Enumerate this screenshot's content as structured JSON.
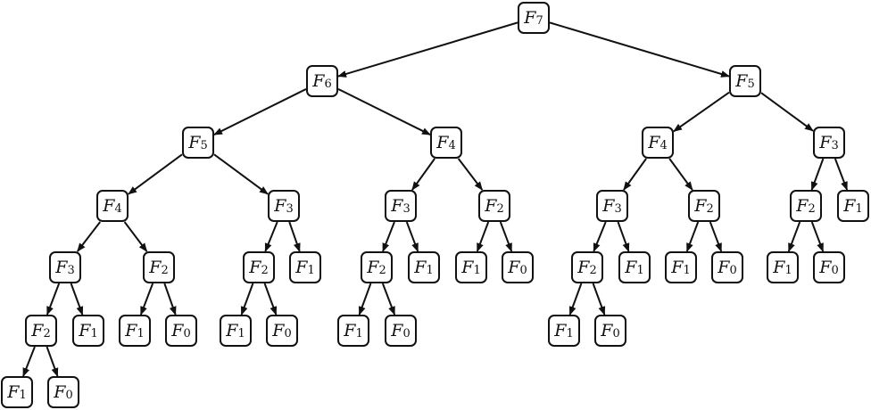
{
  "title": "Recursion tree of F7",
  "nodes": [
    {
      "label": "F",
      "sub": "7",
      "parent": null
    },
    {
      "label": "F",
      "sub": "6",
      "parent": 0
    },
    {
      "label": "F",
      "sub": "5",
      "parent": 0
    },
    {
      "label": "F",
      "sub": "5",
      "parent": 1
    },
    {
      "label": "F",
      "sub": "4",
      "parent": 1
    },
    {
      "label": "F",
      "sub": "4",
      "parent": 2
    },
    {
      "label": "F",
      "sub": "3",
      "parent": 2
    },
    {
      "label": "F",
      "sub": "4",
      "parent": 3
    },
    {
      "label": "F",
      "sub": "3",
      "parent": 3
    },
    {
      "label": "F",
      "sub": "3",
      "parent": 4
    },
    {
      "label": "F",
      "sub": "2",
      "parent": 4
    },
    {
      "label": "F",
      "sub": "3",
      "parent": 5
    },
    {
      "label": "F",
      "sub": "2",
      "parent": 5
    },
    {
      "label": "F",
      "sub": "2",
      "parent": 6
    },
    {
      "label": "F",
      "sub": "1",
      "parent": 6
    },
    {
      "label": "F",
      "sub": "3",
      "parent": 7
    },
    {
      "label": "F",
      "sub": "2",
      "parent": 7
    },
    {
      "label": "F",
      "sub": "2",
      "parent": 8
    },
    {
      "label": "F",
      "sub": "1",
      "parent": 8
    },
    {
      "label": "F",
      "sub": "2",
      "parent": 9
    },
    {
      "label": "F",
      "sub": "1",
      "parent": 9
    },
    {
      "label": "F",
      "sub": "1",
      "parent": 10
    },
    {
      "label": "F",
      "sub": "0",
      "parent": 10
    },
    {
      "label": "F",
      "sub": "2",
      "parent": 11
    },
    {
      "label": "F",
      "sub": "1",
      "parent": 11
    },
    {
      "label": "F",
      "sub": "1",
      "parent": 12
    },
    {
      "label": "F",
      "sub": "0",
      "parent": 12
    },
    {
      "label": "F",
      "sub": "1",
      "parent": 13
    },
    {
      "label": "F",
      "sub": "0",
      "parent": 13
    },
    {
      "label": "F",
      "sub": "2",
      "parent": 15
    },
    {
      "label": "F",
      "sub": "1",
      "parent": 15
    },
    {
      "label": "F",
      "sub": "1",
      "parent": 16
    },
    {
      "label": "F",
      "sub": "0",
      "parent": 16
    },
    {
      "label": "F",
      "sub": "1",
      "parent": 17
    },
    {
      "label": "F",
      "sub": "0",
      "parent": 17
    },
    {
      "label": "F",
      "sub": "1",
      "parent": 19
    },
    {
      "label": "F",
      "sub": "0",
      "parent": 19
    },
    {
      "label": "F",
      "sub": "1",
      "parent": 23
    },
    {
      "label": "F",
      "sub": "0",
      "parent": 23
    },
    {
      "label": "F",
      "sub": "1",
      "parent": 29
    },
    {
      "label": "F",
      "sub": "0",
      "parent": 29
    }
  ]
}
